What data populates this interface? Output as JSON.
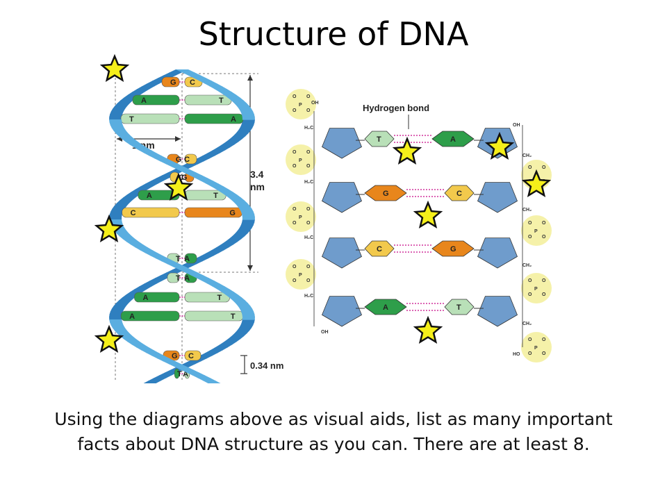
{
  "title": "Structure of DNA",
  "caption_line1": "Using the diagrams above as visual aids, list as many important",
  "caption_line2": "facts about DNA structure as you can. There are at least 8.",
  "helix": {
    "width_label": "1 nm",
    "pitch_label_1": "3.4",
    "pitch_label_2": "nm",
    "rise_label": "0.34 nm",
    "pairs": [
      {
        "left": "G",
        "right": "C"
      },
      {
        "left": "A",
        "right": "T"
      },
      {
        "left": "T",
        "right": "A"
      },
      {
        "left": "G",
        "right": "C"
      },
      {
        "left": "C",
        "right": "G"
      },
      {
        "left": "A",
        "right": "T"
      },
      {
        "left": "C",
        "right": "G"
      },
      {
        "left": "T",
        "right": "A"
      },
      {
        "left": "T",
        "right": "A"
      },
      {
        "left": "A",
        "right": "T"
      },
      {
        "left": "A",
        "right": "T"
      },
      {
        "left": "G",
        "right": "C"
      },
      {
        "left": "A",
        "right": "T"
      }
    ]
  },
  "ladder": {
    "hbond_label": "Hydrogen bond",
    "rungs": [
      {
        "left": "T",
        "right": "A"
      },
      {
        "left": "G",
        "right": "C"
      },
      {
        "left": "C",
        "right": "G"
      },
      {
        "left": "A",
        "right": "T"
      }
    ],
    "chem": {
      "oh": "OH",
      "o": "O",
      "p": "P",
      "h2c": "H₂C",
      "ch2": "CH₂",
      "ho": "HO"
    }
  },
  "colors": {
    "backbone": "#5aaee0",
    "backbone_dark": "#2f7fbf",
    "A": "#2e9e4a",
    "T": "#b9e0b8",
    "G": "#e8861c",
    "C": "#f2c94c",
    "sugar": "#6f9ccc",
    "phosphate": "#f3ef9a",
    "hbond": "#d0309c",
    "star": "#f5ef1a"
  }
}
